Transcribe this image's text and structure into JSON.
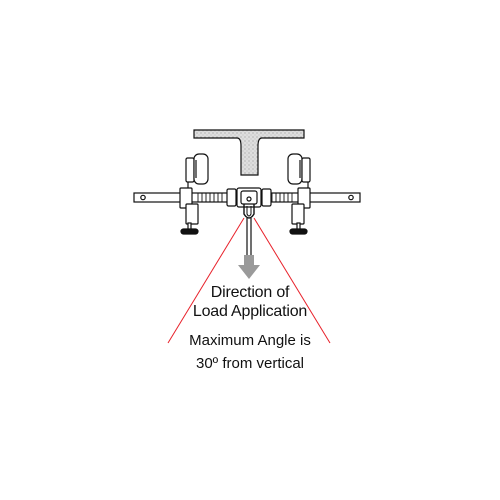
{
  "diagram": {
    "direction_label_line1": "Direction of",
    "direction_label_line2": "Load Application",
    "max_angle_line1": "Maximum Angle is",
    "max_angle_line2": "30º from vertical"
  },
  "colors": {
    "line": "#111111",
    "beam_fill": "#d9d9d9",
    "angle_lines": "#e8212a",
    "arrow": "#9a9a9a"
  },
  "icons": [
    "i-beam-icon",
    "beam-clamp-trolley-icon",
    "load-direction-arrow-icon"
  ]
}
